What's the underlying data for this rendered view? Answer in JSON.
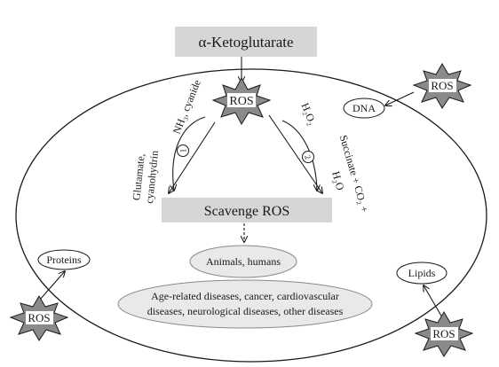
{
  "diagram": {
    "title": "α-Ketoglutarate",
    "center_ros": "ROS",
    "scavenge_label": "Scavenge ROS",
    "animals_label": "Animals, humans",
    "diseases_line1": "Age-related diseases, cancer, cardiovascular",
    "diseases_line2": "diseases, neurological diseases, other diseases",
    "reaction1": {
      "reactants": "NH₃, cyanide",
      "products_line1": "Glutamate,",
      "products_line2": "cyanohydrin",
      "number": "1"
    },
    "reaction2": {
      "reactant": "H₂O₂",
      "products_line1": "Succinate + CO₂ +",
      "products_line2": "H₂O",
      "number": "2"
    },
    "targets": {
      "dna": "DNA",
      "proteins": "Proteins",
      "lipids": "Lipids"
    },
    "external_ros": {
      "top_right": "ROS",
      "bottom_left": "ROS",
      "bottom_right": "ROS"
    },
    "colors": {
      "box_fill": "#d6d6d6",
      "starburst_fill": "#8a8a8a",
      "oval_fill": "#e9e9e9",
      "stroke": "#1a1a1a"
    }
  }
}
